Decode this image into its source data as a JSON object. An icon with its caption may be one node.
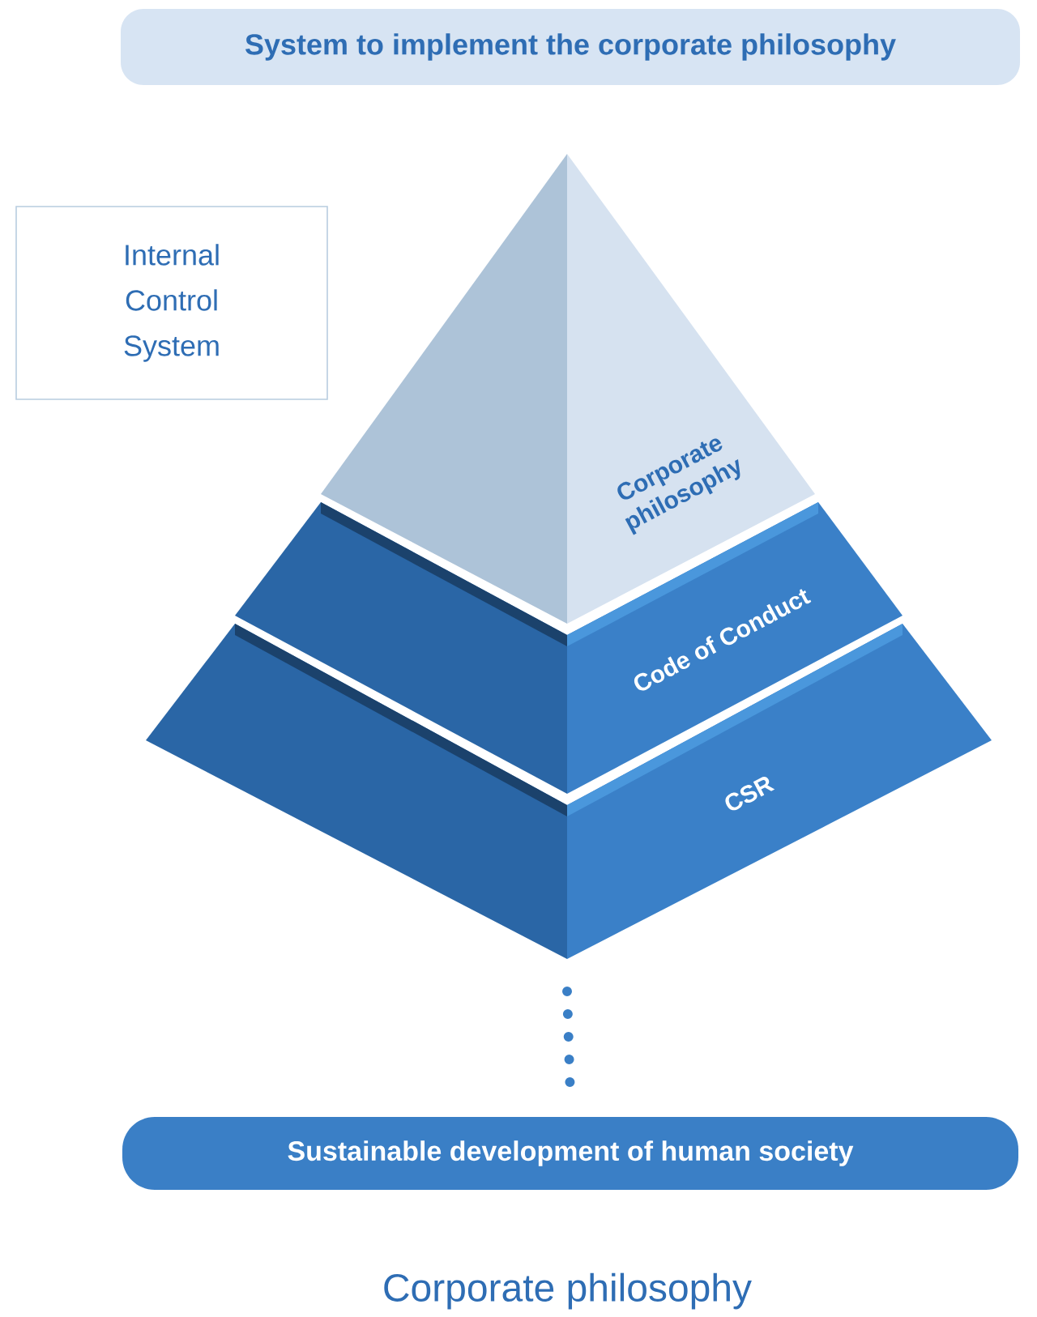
{
  "diagram": {
    "caption": "Corporate philosophy",
    "nodes": [
      {
        "text": [
          "System to implement the corporate philosophy"
        ]
      },
      {
        "text": [
          "Internal Control System"
        ]
      },
      {
        "text": [
          "Corporate philosophy"
        ]
      },
      {
        "text": [
          "Code of Conduct"
        ]
      },
      {
        "text": [
          "CSR"
        ]
      },
      {
        "text": [
          "Sustainable development of human society"
        ]
      }
    ],
    "edges": [
      {
        "from": 4,
        "to": 5,
        "arrow": "none",
        "style": "dashed"
      }
    ]
  }
}
